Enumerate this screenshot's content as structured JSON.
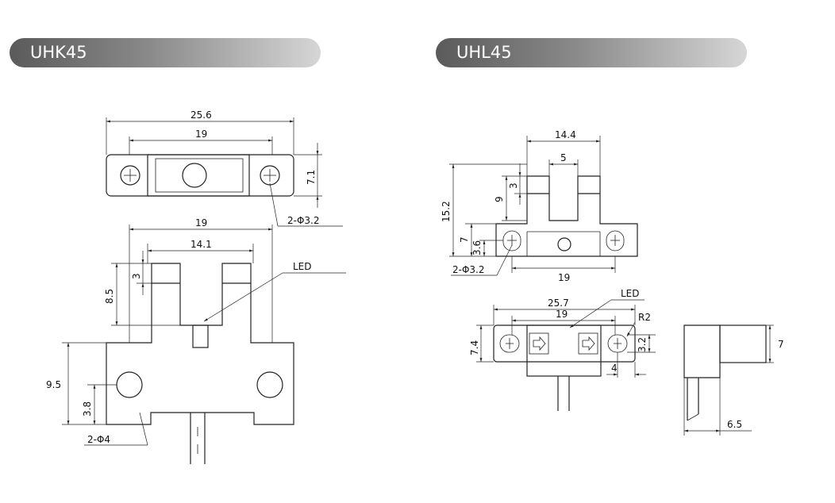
{
  "left_panel": {
    "title": "UHK45",
    "top_view": {
      "overall_width": "25.6",
      "inner_width": "19",
      "height": "7.1",
      "hole_label": "2-Φ3.2"
    },
    "front_view": {
      "top_width": "19",
      "slot_width": "14.1",
      "led_label": "LED",
      "arm_height": "8.5",
      "step": "3",
      "body_height": "9.5",
      "hole_height": "3.8",
      "hole_label": "2-Φ4"
    }
  },
  "right_panel": {
    "title": "UHL45",
    "front_view": {
      "top_width": "14.4",
      "slot_width": "5",
      "total_height": "15.2",
      "arm_height": "9",
      "step": "3",
      "body_height": "7",
      "hole_height": "3.6",
      "hole_label": "2-Φ3.2",
      "bottom_width": "19"
    },
    "top_view": {
      "overall_width": "25.7",
      "inner_width": "19",
      "led_label": "LED",
      "radius": "R2",
      "height": "7.4",
      "slot_height": "3.2",
      "slot_offset": "4"
    },
    "side_view": {
      "height": "7",
      "width": "6.5"
    }
  }
}
